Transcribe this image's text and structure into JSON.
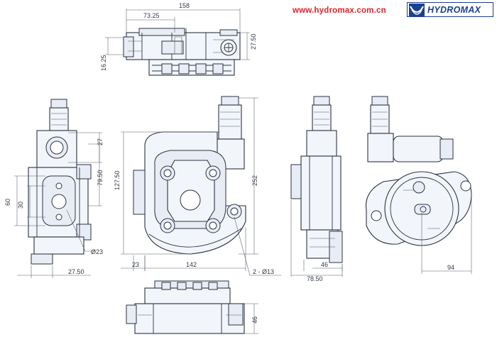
{
  "header": {
    "url": "www.hydromax.com.cn",
    "brand": "HYDROMAX",
    "colors": {
      "url": "#e0202a",
      "brand": "#1d3f8f"
    }
  },
  "dimensions": {
    "top_overall": "158",
    "top_offset": "73.25",
    "top_height_right": "27.50",
    "top_height_left": "16.25",
    "side_upper": "27",
    "side_port_center": "79.50",
    "side_flange_60": "60",
    "side_flange_30": "30",
    "side_port_dia": "Ø23",
    "side_width": "27.50",
    "front_height": "127.50",
    "front_overall": "252",
    "front_left": "23",
    "front_width": "142",
    "front_holes": "2 - Ø13",
    "right_46": "46",
    "right_total": "78.50",
    "rear_94": "94",
    "bottom_46": "46"
  }
}
